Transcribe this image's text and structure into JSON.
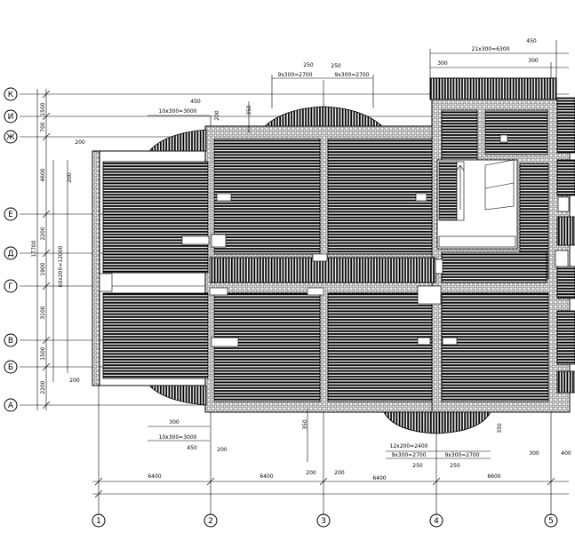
{
  "row_axes": [
    {
      "label": "К"
    },
    {
      "label": "И"
    },
    {
      "label": "Ж"
    },
    {
      "label": "Е"
    },
    {
      "label": "Д"
    },
    {
      "label": "Г"
    },
    {
      "label": "В"
    },
    {
      "label": "Б"
    },
    {
      "label": "А"
    }
  ],
  "col_axes": [
    {
      "label": "1"
    },
    {
      "label": "2"
    },
    {
      "label": "3"
    },
    {
      "label": "4"
    },
    {
      "label": "5"
    }
  ],
  "left_dims": [
    {
      "text": "1500"
    },
    {
      "text": "700"
    },
    {
      "text": "4600"
    },
    {
      "text": "2200"
    },
    {
      "text": "1900"
    },
    {
      "text": "3100"
    },
    {
      "text": "1500"
    },
    {
      "text": "2200"
    }
  ],
  "left_total": "17700",
  "left_inner": "60x200=12000",
  "left_small": "200",
  "bottom_dims": [
    {
      "text": "6400"
    },
    {
      "text": "6400"
    },
    {
      "text": "6400"
    },
    {
      "text": "6600"
    }
  ],
  "top_labels": {
    "t1": "21x300=6300",
    "t2": "450",
    "t3": "300",
    "t4": "300",
    "t5": "250",
    "t6": "250",
    "t7": "9x300=2700",
    "t8": "9x300=2700",
    "t9": "450",
    "t10": "10x300=3000",
    "t11": "350",
    "t12": "200",
    "t13": "200"
  },
  "lower_labels": {
    "b1": "200",
    "b2": "300",
    "b3": "10x300=3000",
    "b4": "450",
    "b5": "200",
    "b6": "350",
    "b7": "12x200=2400",
    "b8": "9x300=2700",
    "b9": "9x300=2700",
    "b10": "250",
    "b11": "250",
    "b12": "200",
    "b13": "200",
    "b14": "300",
    "b15": "400",
    "b16": "350"
  }
}
